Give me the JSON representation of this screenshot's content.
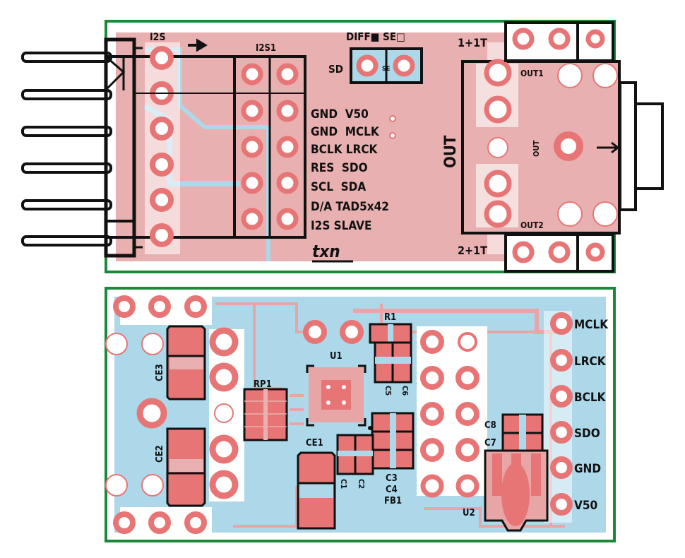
{
  "colors": {
    "board_outline": "#1a8a3a",
    "copper_top": "#e8a5a5",
    "copper_pad": "#e87575",
    "copper_bottom": "#acd8ea",
    "silkscreen": "#111111",
    "hole": "#ffffff"
  },
  "top_board": {
    "header_label": "I2S",
    "header2_label": "I2S1",
    "jumper_mode_label": "DIFF■ SE□",
    "jumper_label": "SD",
    "jumper_pin_label": "SE",
    "pin_map": [
      "GND  V50",
      "GND  MCLK",
      "BCLK LRCK",
      "RES  SDO",
      "SCL  SDA",
      "D/A TAD5x42",
      "I2S SLAVE"
    ],
    "logo": "txn",
    "out_vertical_label": "OUT",
    "jack_label": "OUT",
    "out1_label": "OUT1",
    "out2_label": "OUT2",
    "tl1_label": "1+1T",
    "tl2_label": "2+1T"
  },
  "bottom_board": {
    "components": {
      "ce3": "CE3",
      "ce2": "CE2",
      "ce1": "CE1",
      "rp1": "RP1",
      "u1": "U1",
      "r1": "R1",
      "c5": "C5",
      "c6": "C6",
      "c1": "C1",
      "c2": "C2",
      "c3": "C3",
      "c4": "C4",
      "fb1": "FB1",
      "c8": "C8",
      "c7": "C7",
      "u2": "U2"
    },
    "pins": [
      "MCLK",
      "LRCK",
      "BCLK",
      "SDO",
      "GND",
      "V50"
    ]
  }
}
